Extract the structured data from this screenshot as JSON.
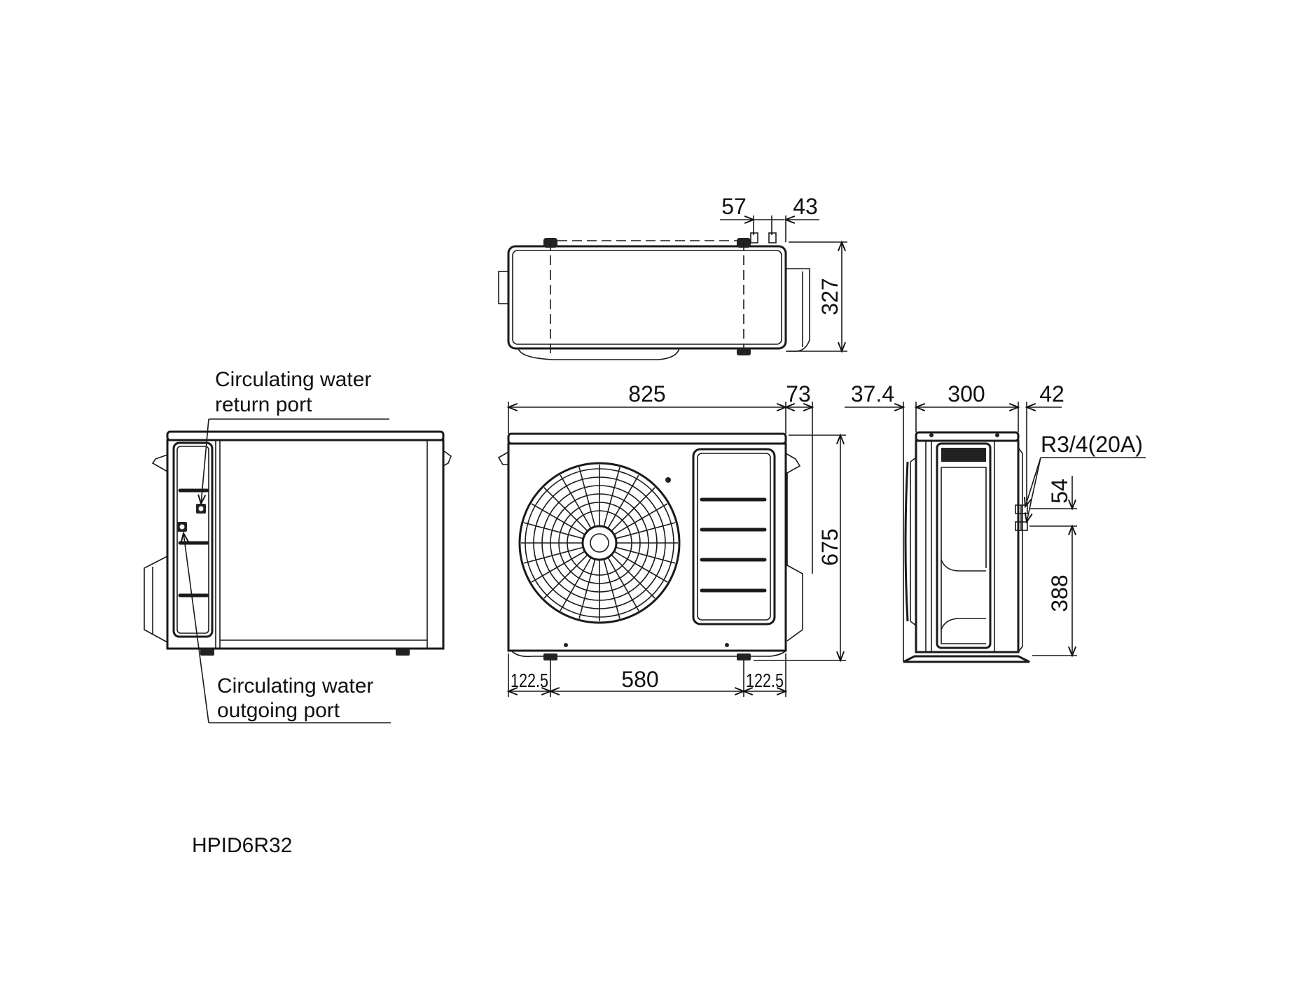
{
  "top_view": {
    "dim_57": "57",
    "dim_43": "43",
    "dim_327": "327"
  },
  "front_view": {
    "dim_825": "825",
    "dim_73": "73",
    "dim_675": "675",
    "dim_left_foot": "122.5",
    "dim_580": "580",
    "dim_right_foot": "122.5"
  },
  "side_view": {
    "dim_37_4": "37.4",
    "dim_300": "300",
    "dim_42": "42",
    "thread_spec": "R3/4(20A)",
    "dim_54": "54",
    "dim_388": "388"
  },
  "rear_view": {
    "return_port_line1": "Circulating water",
    "return_port_line2": "return port",
    "outgoing_port_line1": "Circulating water",
    "outgoing_port_line2": "outgoing port"
  },
  "model": "HPID6R32"
}
